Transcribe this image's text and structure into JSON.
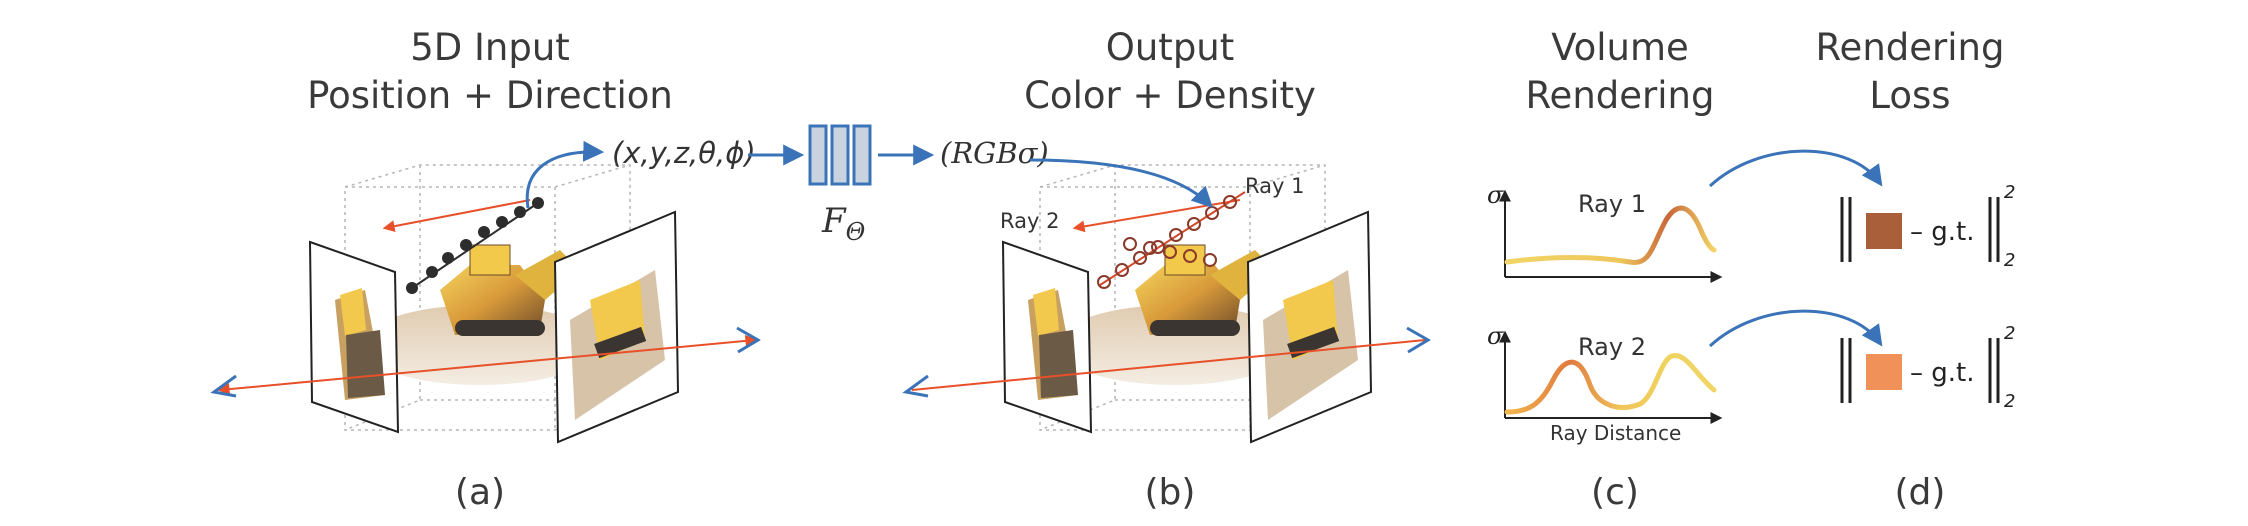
{
  "titles": {
    "a_line1": "5D Input",
    "a_line2": "Position + Direction",
    "b_line1": "Output",
    "b_line2": "Color + Density",
    "c_line1": "Volume",
    "c_line2": "Rendering",
    "d_line1": "Rendering",
    "d_line2": "Loss"
  },
  "panel_labels": {
    "a": "(a)",
    "b": "(b)",
    "c": "(c)",
    "d": "(d)"
  },
  "input_tuple": "(x,y,z,θ,ϕ)",
  "network_label": "F",
  "network_subscript": "Θ",
  "output_tuple": "(RGBσ)",
  "ray1_label": "Ray 1",
  "ray2_label": "Ray 2",
  "sigma_symbol": "σ",
  "plot_ray1_label": "Ray 1",
  "plot_ray2_label": "Ray 2",
  "x_axis_label": "Ray Distance",
  "loss_gt": "– g.t.",
  "norm_superscript": "2",
  "norm_subscript": "2",
  "colors": {
    "arrow_blue": "#3b73b9",
    "ray_red": "#e8502a",
    "net_fill": "#c9d3e0",
    "net_stroke": "#3b73b9",
    "swatch_1": "#a85f3a",
    "swatch_2": "#f0915a",
    "curve_low": "#f2d566",
    "curve_high": "#c8673a"
  }
}
